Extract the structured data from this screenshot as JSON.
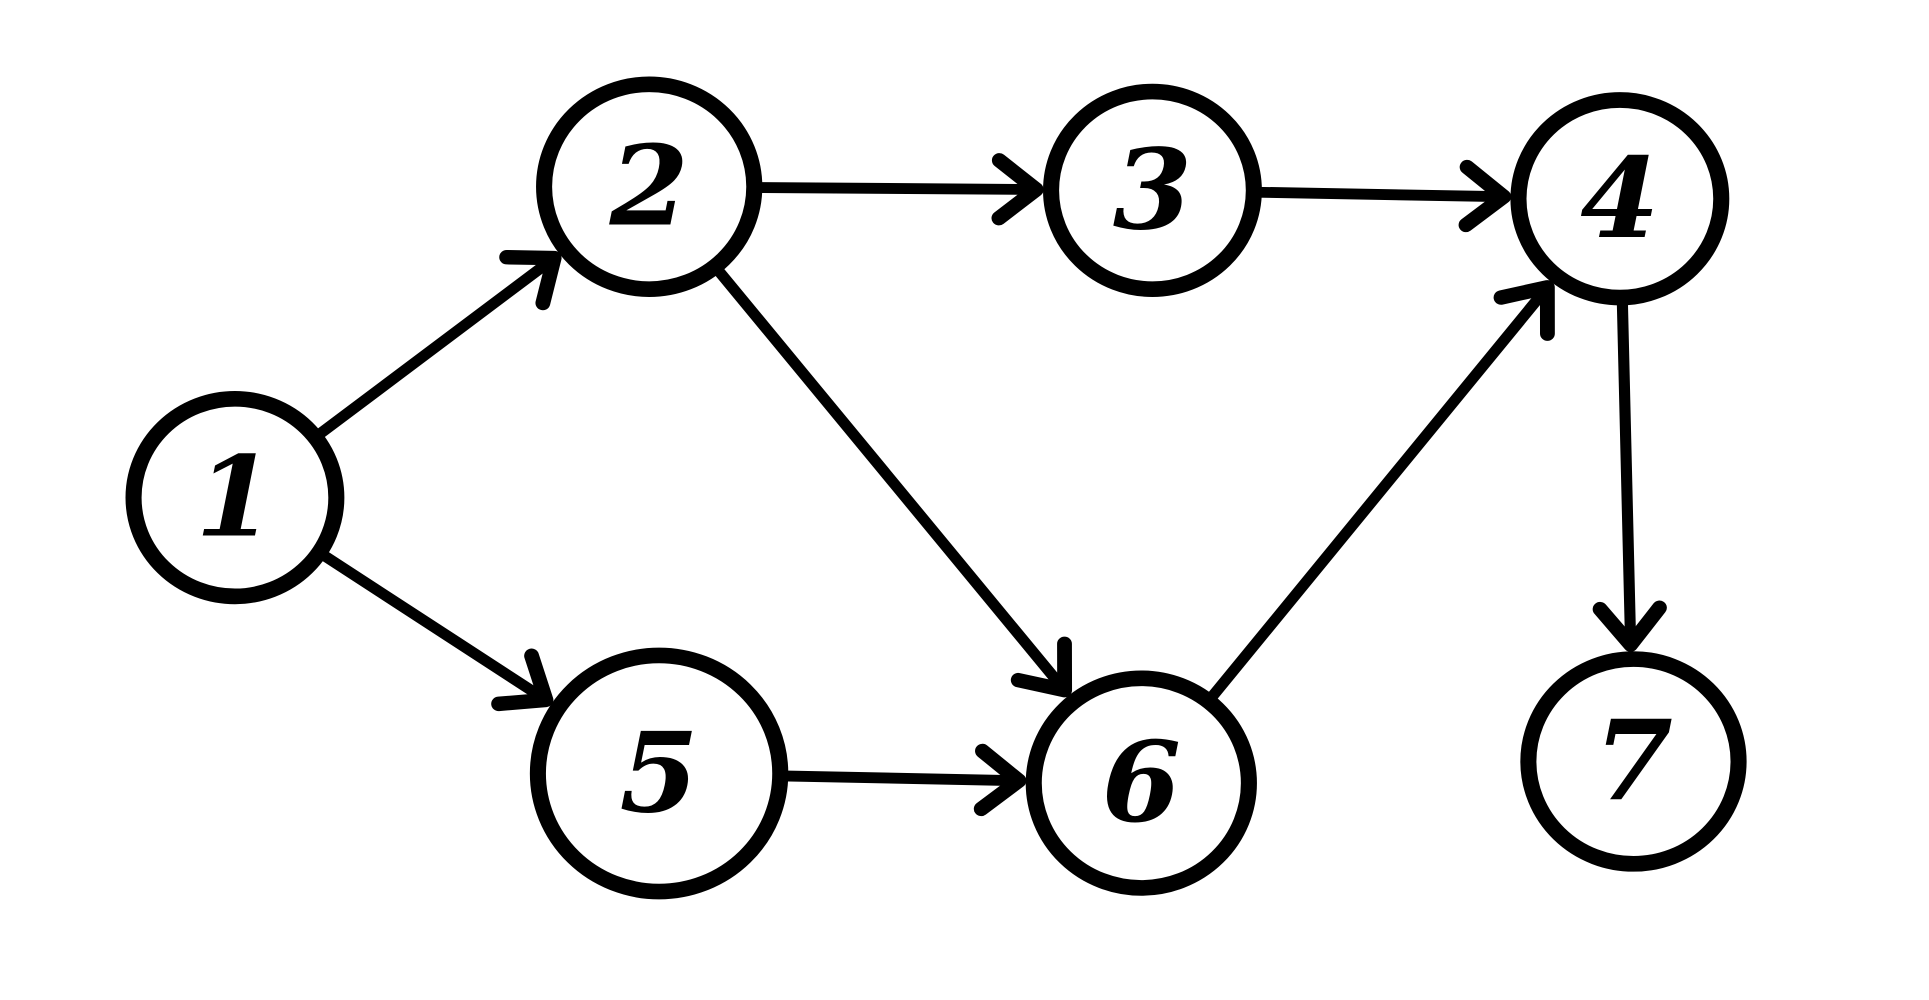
{
  "graph": {
    "directed": true,
    "stroke_color": "#000000",
    "background": "#ffffff",
    "nodes": [
      {
        "id": "1",
        "label": "1"
      },
      {
        "id": "2",
        "label": "2"
      },
      {
        "id": "3",
        "label": "3"
      },
      {
        "id": "4",
        "label": "4"
      },
      {
        "id": "5",
        "label": "5"
      },
      {
        "id": "6",
        "label": "6"
      },
      {
        "id": "7",
        "label": "7"
      }
    ],
    "edges": [
      {
        "from": "1",
        "to": "2"
      },
      {
        "from": "1",
        "to": "5"
      },
      {
        "from": "2",
        "to": "3"
      },
      {
        "from": "2",
        "to": "6"
      },
      {
        "from": "3",
        "to": "4"
      },
      {
        "from": "5",
        "to": "6"
      },
      {
        "from": "6",
        "to": "4"
      },
      {
        "from": "4",
        "to": "7"
      }
    ]
  }
}
